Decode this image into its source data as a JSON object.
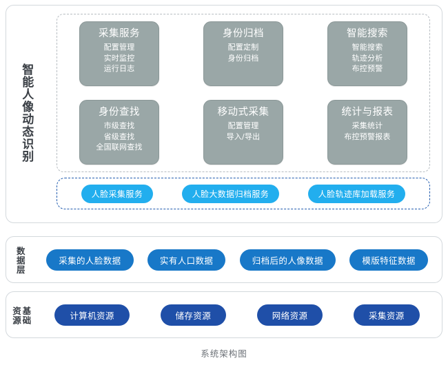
{
  "caption": "系统架构图",
  "application_layer": {
    "side_label": "智能人像动态识别",
    "modules": [
      {
        "title": "采集服务",
        "items": [
          "配置管理",
          "实时监控",
          "运行日志"
        ]
      },
      {
        "title": "身份归档",
        "items": [
          "配置定制",
          "身份归档"
        ]
      },
      {
        "title": "智能搜索",
        "items": [
          "智能搜索",
          "轨迹分析",
          "布控预警"
        ]
      },
      {
        "title": "身份查找",
        "items": [
          "市级查找",
          "省级查找",
          "全国联网查找"
        ]
      },
      {
        "title": "移动式采集",
        "items": [
          "配置管理",
          "导入/导出"
        ]
      },
      {
        "title": "统计与报表",
        "items": [
          "采集统计",
          "布控预警报表"
        ]
      }
    ],
    "services": [
      "人脸采集服务",
      "人脸大数据归档服务",
      "人脸轨迹库加载服务"
    ]
  },
  "data_layer": {
    "side_label": "数据层",
    "items": [
      "采集的人脸数据",
      "实有人口数据",
      "归档后的人像数据",
      "模版特征数据"
    ]
  },
  "infrastructure_layer": {
    "side_label": "基础资源",
    "items": [
      "计算机资源",
      "储存资源",
      "网络资源",
      "采集资源"
    ]
  },
  "colors": {
    "module_card": "#9aa7a7",
    "service_pill": "#22aeee",
    "data_pill": "#1878c8",
    "infra_pill": "#1f4fa8",
    "panel_border": "#d3d8dc",
    "module_dash_border": "#b6bcc1",
    "service_dash_border": "#1f5aae",
    "caption_text": "#6b7076"
  }
}
